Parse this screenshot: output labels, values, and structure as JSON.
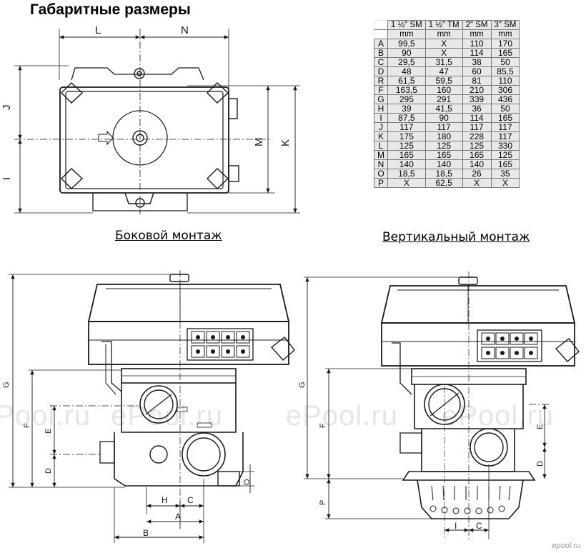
{
  "title": "Габаритные размеры",
  "captions": {
    "side": "Боковой монтаж",
    "vertical": "Вертикальный монтаж"
  },
  "table": {
    "headers": [
      "1 ½\" SM",
      "1 ½\" TM",
      "2\" SM",
      "3\" SM"
    ],
    "units": [
      "mm",
      "mm",
      "mm",
      "mm"
    ],
    "rows": [
      {
        "key": "A",
        "values": [
          "99,5",
          "X",
          "110",
          "170"
        ]
      },
      {
        "key": "B",
        "values": [
          "90",
          "X",
          "114",
          "165"
        ]
      },
      {
        "key": "C",
        "values": [
          "29,5",
          "31,5",
          "38",
          "50"
        ]
      },
      {
        "key": "D",
        "values": [
          "48",
          "47",
          "60",
          "85,5"
        ]
      },
      {
        "key": "R",
        "values": [
          "61,5",
          "59,5",
          "81",
          "110"
        ]
      },
      {
        "key": "F",
        "values": [
          "163,5",
          "160",
          "210",
          "306"
        ]
      },
      {
        "key": "G",
        "values": [
          "295",
          "291",
          "339",
          "436"
        ]
      },
      {
        "key": "H",
        "values": [
          "39",
          "41,5",
          "36",
          "50"
        ]
      },
      {
        "key": "I",
        "values": [
          "87,5",
          "90",
          "114",
          "165"
        ]
      },
      {
        "key": "J",
        "values": [
          "117",
          "117",
          "117",
          "117"
        ]
      },
      {
        "key": "K",
        "values": [
          "175",
          "180",
          "228",
          "117"
        ]
      },
      {
        "key": "L",
        "values": [
          "125",
          "125",
          "125",
          "330"
        ]
      },
      {
        "key": "M",
        "values": [
          "165",
          "165",
          "165",
          "125"
        ]
      },
      {
        "key": "N",
        "values": [
          "140",
          "140",
          "140",
          "165"
        ]
      },
      {
        "key": "O",
        "values": [
          "18,5",
          "18,5",
          "26",
          "35"
        ]
      },
      {
        "key": "P",
        "values": [
          "X",
          "62,5",
          "X",
          "X"
        ]
      }
    ]
  },
  "labels": {
    "L": "L",
    "N": "N",
    "J": "J",
    "I": "I",
    "M": "M",
    "K": "K",
    "G": "G",
    "F": "F",
    "E": "E",
    "D": "D",
    "O": "O",
    "H": "H",
    "C": "C",
    "A": "A",
    "B": "B",
    "P": "P"
  },
  "watermark": "ePool.ru",
  "logo": "epool.ru",
  "colors": {
    "line": "#1a1a1a",
    "table_bg": "#e8e8e8",
    "watermark": "#e6e6e6"
  }
}
